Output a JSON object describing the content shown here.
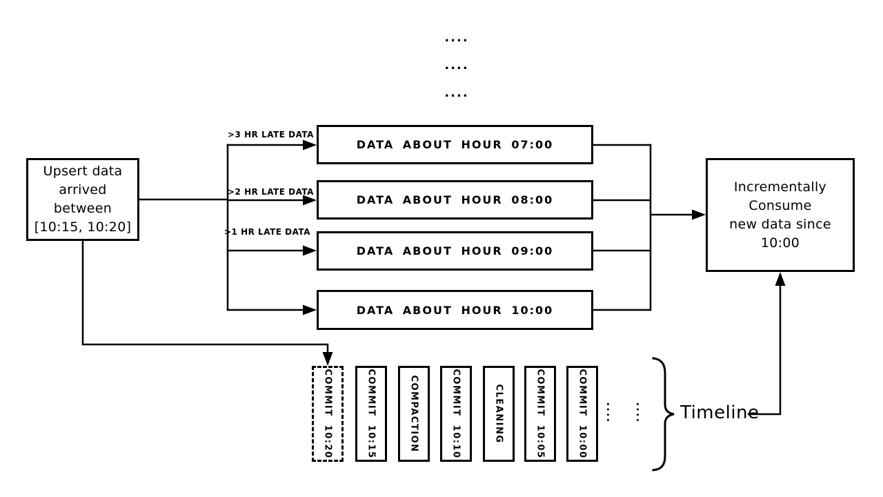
{
  "top_dots": [
    "....",
    "....",
    "...."
  ],
  "left_box": {
    "text": "Upsert data\narrived between\n[10:15, 10:20]"
  },
  "arrow_labels": [
    ">3 HR LATE DATA",
    ">2 HR LATE DATA",
    ">1 HR LATE DATA"
  ],
  "hour_boxes": [
    {
      "label": "DATA ABOUT HOUR 07:00"
    },
    {
      "label": "DATA ABOUT HOUR 08:00"
    },
    {
      "label": "DATA ABOUT HOUR 09:00"
    },
    {
      "label": "DATA ABOUT HOUR 10:00"
    }
  ],
  "right_box": {
    "text": "Incrementally Consume\nnew data since 10:00"
  },
  "timeline": {
    "label": "Timeline",
    "items": [
      {
        "label": "COMMIT 10:20",
        "style": "dashed"
      },
      {
        "label": "COMMIT 10:15",
        "style": "solid"
      },
      {
        "label": "COMPACTION",
        "style": "solid"
      },
      {
        "label": "COMMIT 10:10",
        "style": "solid"
      },
      {
        "label": "CLEANING",
        "style": "solid"
      },
      {
        "label": "COMMIT 10:05",
        "style": "solid"
      },
      {
        "label": "COMMIT 10:00",
        "style": "solid"
      }
    ],
    "ellipsis": [
      "....",
      "...."
    ]
  },
  "colors": {
    "ink": "#000000",
    "background": "#ffffff"
  }
}
